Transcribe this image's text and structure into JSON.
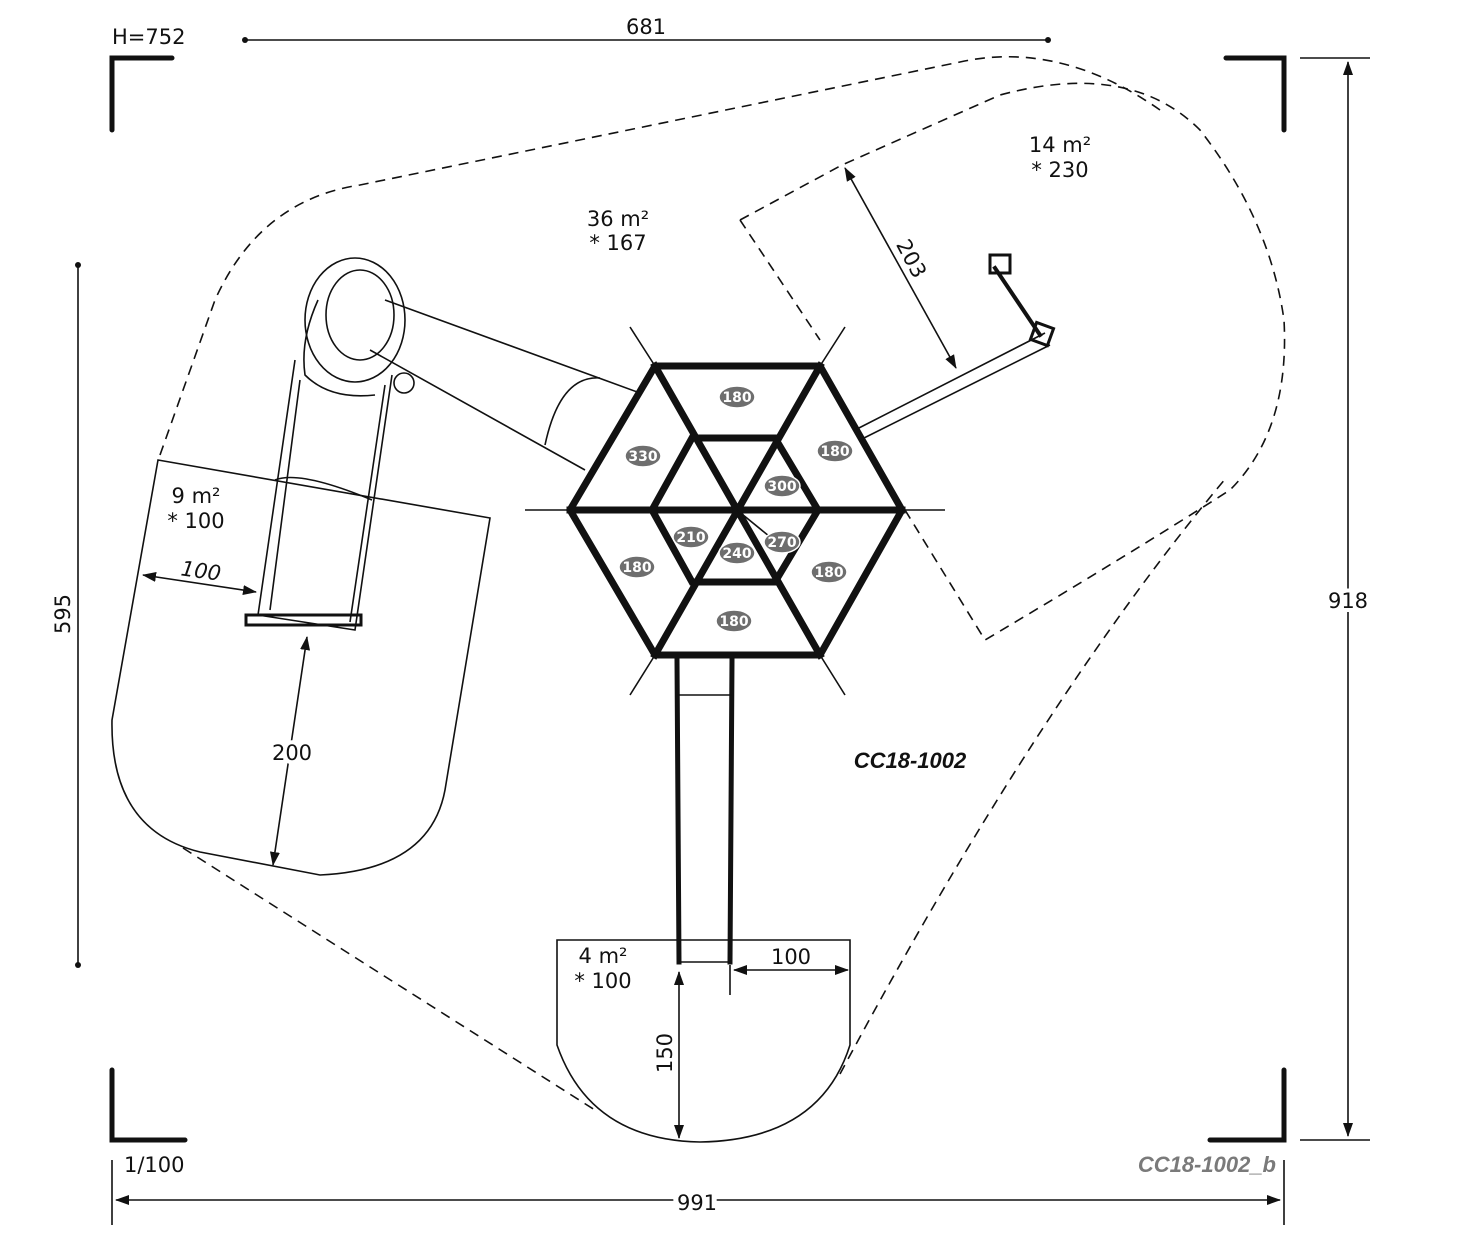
{
  "header": {
    "height_label": "H=752",
    "top_dimension": "681",
    "scale": "1/100",
    "model_code": "CC18-1002",
    "drawing_code": "CC18-1002_b"
  },
  "dimensions": {
    "left_height": "595",
    "right_height": "918",
    "bottom_width": "991",
    "zip_line_offset": "203",
    "slide_side": "100",
    "slide_run_out": "200",
    "bottom_side": "100",
    "bottom_run_out": "150"
  },
  "areas": {
    "main": {
      "area": "36 m²",
      "height": "* 167"
    },
    "zip": {
      "area": "14 m²",
      "height": "* 230"
    },
    "slide": {
      "area": "9 m²",
      "height": "* 100"
    },
    "bottom": {
      "area": "4 m²",
      "height": "* 100"
    }
  },
  "platform_heights": [
    "180",
    "330",
    "180",
    "300",
    "210",
    "270",
    "240",
    "180",
    "180",
    "180"
  ],
  "colors": {
    "line": "#111111",
    "badge": "#6e6e6e",
    "secondary_code": "#7a7a7a"
  }
}
